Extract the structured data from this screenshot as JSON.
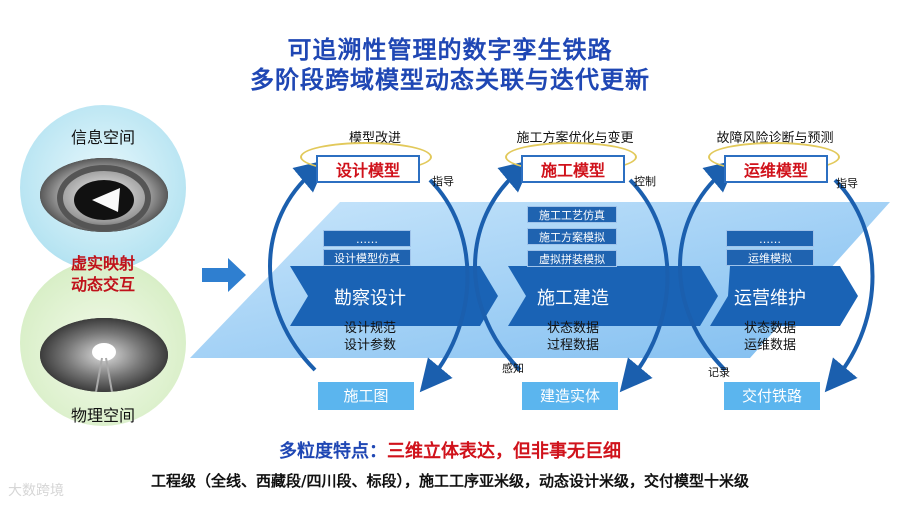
{
  "title": {
    "line1": "可追溯性管理的数字孪生铁路",
    "line2": "多阶段跨域模型动态关联与迭代更新"
  },
  "left_panel": {
    "info_space": "信息空间",
    "physical_space": "物理空间",
    "mapping_line1": "虚实映射",
    "mapping_line2": "动态交互"
  },
  "phases": [
    {
      "top_label": "模型改进",
      "model": "设计模型",
      "right_note": "指导",
      "sims": [
        "……",
        "设计模型仿真"
      ],
      "stage": "勘察设计",
      "data": [
        "设计规范",
        "设计参数"
      ],
      "left_note": "",
      "output": "施工图"
    },
    {
      "top_label": "施工方案优化与变更",
      "model": "施工模型",
      "right_note": "控制",
      "sims": [
        "施工工艺仿真",
        "施工方案模拟",
        "虚拟拼装模拟"
      ],
      "stage": "施工建造",
      "data": [
        "状态数据",
        "过程数据"
      ],
      "left_note": "感知",
      "output": "建造实体"
    },
    {
      "top_label": "故障风险诊断与预测",
      "model": "运维模型",
      "right_note": "指导",
      "sims": [
        "……",
        "运维模拟"
      ],
      "stage": "运营维护",
      "data": [
        "状态数据",
        "运维数据"
      ],
      "left_note": "记录",
      "output": "交付铁路"
    }
  ],
  "feature": {
    "label": "多粒度特点：",
    "text": "三维立体表达，但非事无巨细"
  },
  "bottom_text": "工程级（全线、西藏段/四川段、标段），施工工序亚米级，动态设计米级，交付模型十米级",
  "watermark": "大数跨境",
  "colors": {
    "title": "#1f47b4",
    "accent_red": "#d0121b",
    "band": "#8fcaf2",
    "chevron": "#1a63b5",
    "output": "#5bb5ee"
  }
}
